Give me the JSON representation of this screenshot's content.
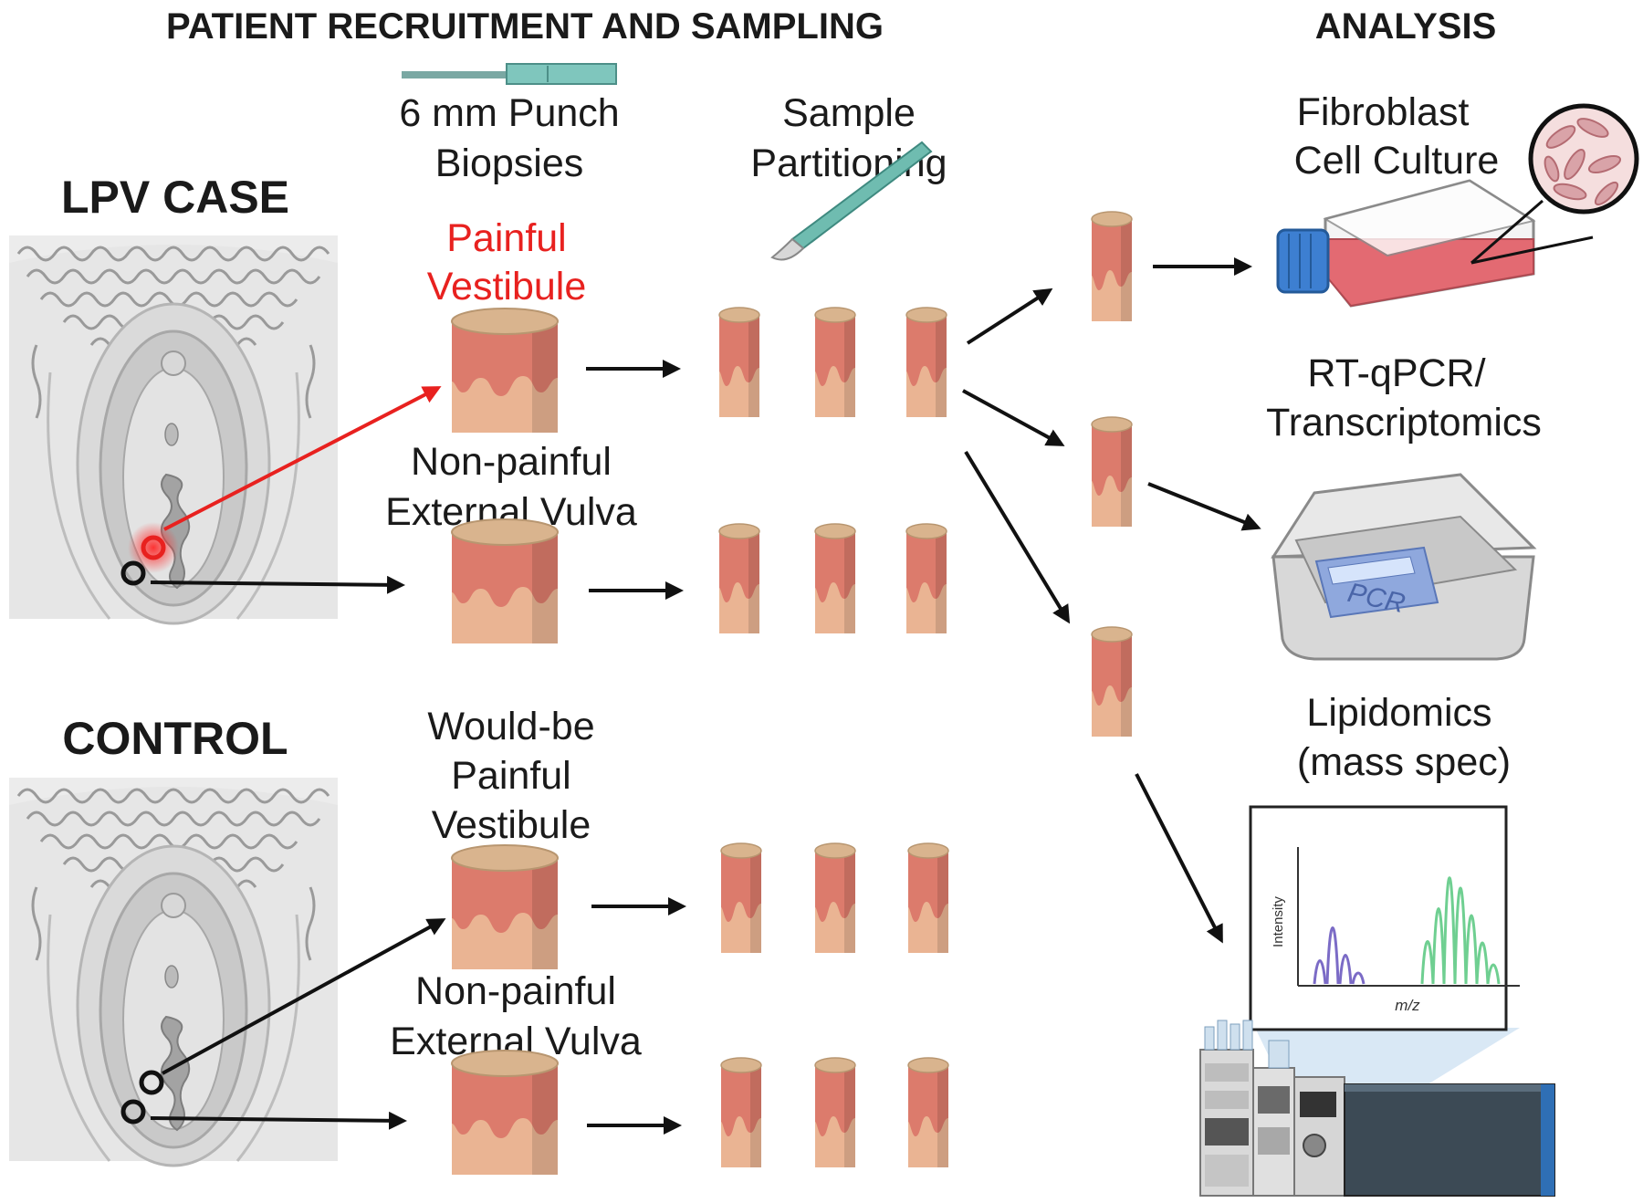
{
  "headers": {
    "recruitment": "PATIENT RECRUITMENT AND SAMPLING",
    "analysis": "ANALYSIS"
  },
  "groups": {
    "case": "LPV CASE",
    "control": "CONTROL"
  },
  "steps": {
    "biopsy": [
      "6 mm Punch",
      "Biopsies"
    ],
    "partition": [
      "Sample",
      "Partitioning"
    ]
  },
  "sites": {
    "case_painful": [
      "Painful",
      "Vestibule"
    ],
    "case_nonpainful": [
      "Non-painful",
      "External Vulva"
    ],
    "control_painful": [
      "Would-be",
      "Painful",
      "Vestibule"
    ],
    "control_nonpainful": [
      "Non-painful",
      "External Vulva"
    ]
  },
  "analyses": {
    "culture": [
      "Fibroblast",
      "Cell Culture"
    ],
    "pcr": [
      "RT-qPCR/",
      "Transcriptomics"
    ],
    "pcr_device": "PCR",
    "lipid": [
      "Lipidomics",
      "(mass spec)"
    ]
  },
  "spectrum": {
    "ylabel": "Intensity",
    "xlabel": "m/z"
  },
  "colors": {
    "highlight_red": "#e8211f",
    "arrow": "#111111",
    "tissue_top": "#d9b48e",
    "tissue_body": "#eab493",
    "tissue_dermis": "#dc7b6c",
    "flask_red": "#e36a72",
    "cap_blue": "#3d7fd1",
    "pcr_blue": "#8fa8dd",
    "peak_purple": "#7b6bc6",
    "peak_green": "#6fcf91"
  }
}
